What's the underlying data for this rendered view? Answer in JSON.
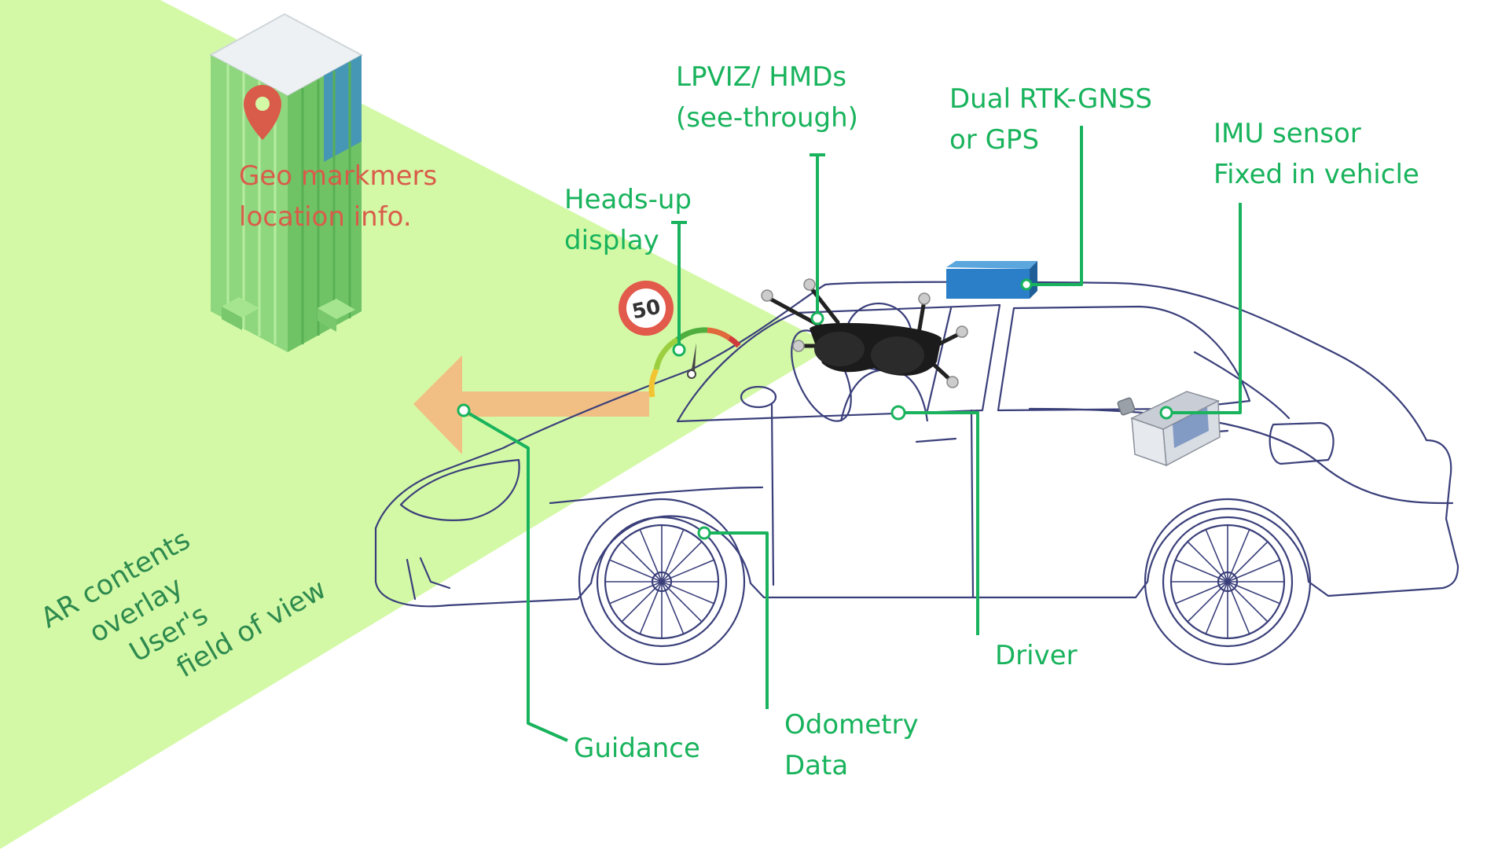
{
  "colors": {
    "fov_fill": "#d3f9a6",
    "leader_line": "#18b35c",
    "label_text": "#18b35c",
    "fov_text": "#2e8a4e",
    "geo_text": "#d95c4a",
    "car_outline": "#3a3f7a",
    "gnss_box": "#2a7fc8",
    "arrow": "#f1bf83"
  },
  "icons": {
    "pin": "map-pin-icon",
    "speed_sign": "speed-limit-sign-icon",
    "gauge": "speedometer-gauge-icon"
  },
  "speed_sign": {
    "value": "50"
  },
  "labels": {
    "hmd": {
      "line1": "LPVIZ/ HMDs",
      "line2": "(see-through)"
    },
    "gnss": {
      "line1": "Dual RTK-GNSS",
      "line2": "or GPS"
    },
    "imu": {
      "line1": "IMU sensor",
      "line2": "Fixed in vehicle"
    },
    "hud": {
      "line1": "Heads-up",
      "line2": "display"
    },
    "geo": {
      "line1": "Geo markmers",
      "line2": "location info."
    },
    "fov": {
      "line1": "AR contents",
      "line2": "overlay",
      "line3": "User's",
      "line4": "field of view"
    },
    "driver": {
      "line1": "Driver"
    },
    "guidance": {
      "line1": "Guidance"
    },
    "odometry": {
      "line1": "Odometry",
      "line2": "Data"
    }
  }
}
